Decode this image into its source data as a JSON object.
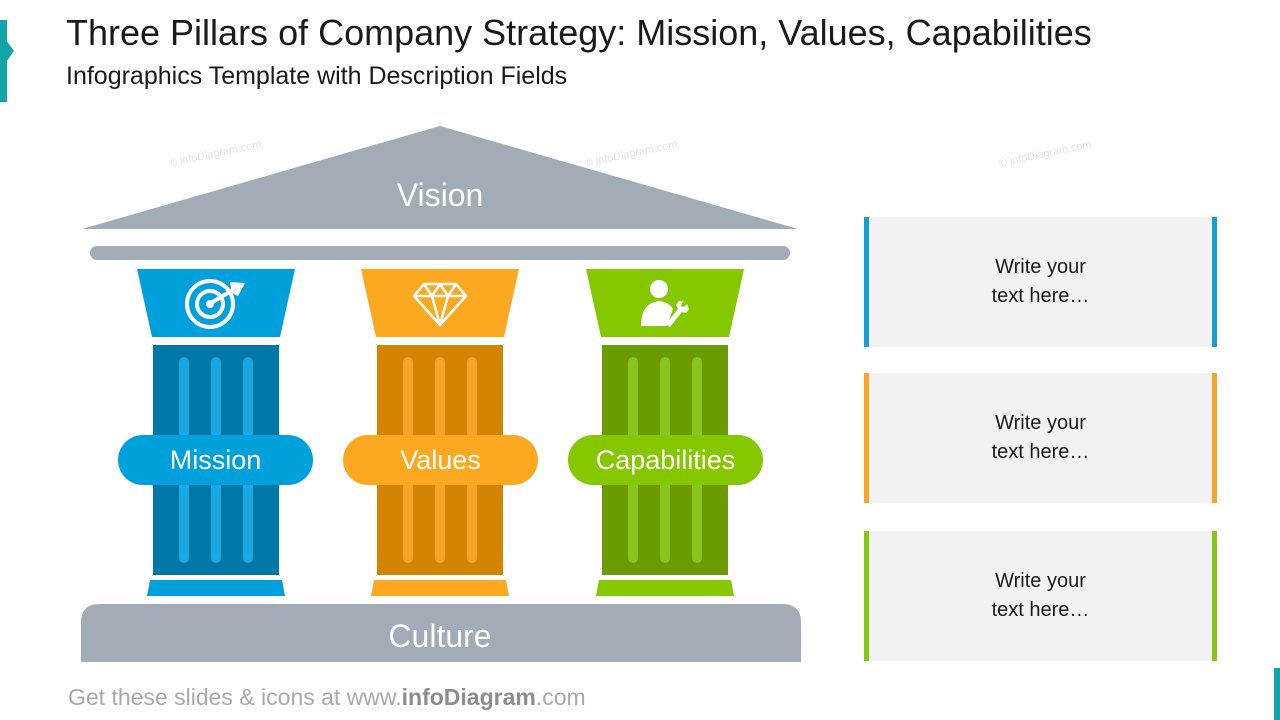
{
  "header": {
    "title": "Three Pillars of Company Strategy: Mission, Values, Capabilities",
    "subtitle": "Infographics Template with Description Fields"
  },
  "temple": {
    "roof_label": "Vision",
    "base_label": "Culture",
    "pillars": [
      {
        "label": "Mission",
        "icon": "target-icon",
        "color": "#00a0dc",
        "shaft_color": "#0078a8",
        "flute_color": "#1aa7e6"
      },
      {
        "label": "Values",
        "icon": "diamond-icon",
        "color": "#fca820",
        "shaft_color": "#d38400",
        "flute_color": "#f6a52b"
      },
      {
        "label": "Capabilities",
        "icon": "person-wrench-icon",
        "color": "#86c800",
        "shaft_color": "#6a9c00",
        "flute_color": "#88c61e"
      }
    ]
  },
  "descriptions": [
    {
      "text": "Write your\ntext here…",
      "color": "#14a0d6"
    },
    {
      "text": "Write your\ntext here…",
      "color": "#f8a52a"
    },
    {
      "text": "Write your\ntext here…",
      "color": "#86c614"
    }
  ],
  "watermark": "© infoDiagram.com",
  "footer": {
    "prefix": "Get these slides & icons at www.",
    "brand": "infoDiagram",
    "suffix": ".com"
  },
  "colors": {
    "accent": "#12a5a8",
    "temple_gray": "#a2acb6",
    "box_bg": "#f2f2f2"
  }
}
